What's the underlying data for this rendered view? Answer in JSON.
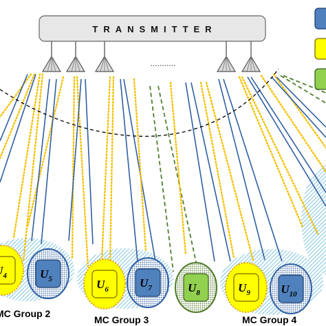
{
  "transmitter": {
    "label": "TRANSMITTER",
    "ellipsis": "..........."
  },
  "colors": {
    "blue": "#4f81bd",
    "yellow": "#ffff00",
    "yellow_border": "#e0a000",
    "green": "#92d050",
    "green_border": "#4f7a28",
    "hatch": "#7fc4e0",
    "blue_beam": "#2e5fa3",
    "yellow_beam": "#f5c000",
    "green_beam": "#4e7f2a"
  },
  "legend": [
    {
      "color": "blue"
    },
    {
      "color": "yellow"
    },
    {
      "color": "green"
    }
  ],
  "users": [
    {
      "main": "U",
      "sub": "4",
      "color": "yellow"
    },
    {
      "main": "U",
      "sub": "5",
      "color": "blue"
    },
    {
      "main": "U",
      "sub": "6",
      "color": "yellow"
    },
    {
      "main": "U",
      "sub": "7",
      "color": "blue"
    },
    {
      "main": "U",
      "sub": "8",
      "color": "green"
    },
    {
      "main": "U",
      "sub": "9",
      "color": "yellow"
    },
    {
      "main": "U",
      "sub": "10",
      "color": "blue"
    }
  ],
  "groups": [
    {
      "label": "MC Group 2"
    },
    {
      "label": "MC Group 3"
    },
    {
      "label": "MC Group 4"
    }
  ]
}
